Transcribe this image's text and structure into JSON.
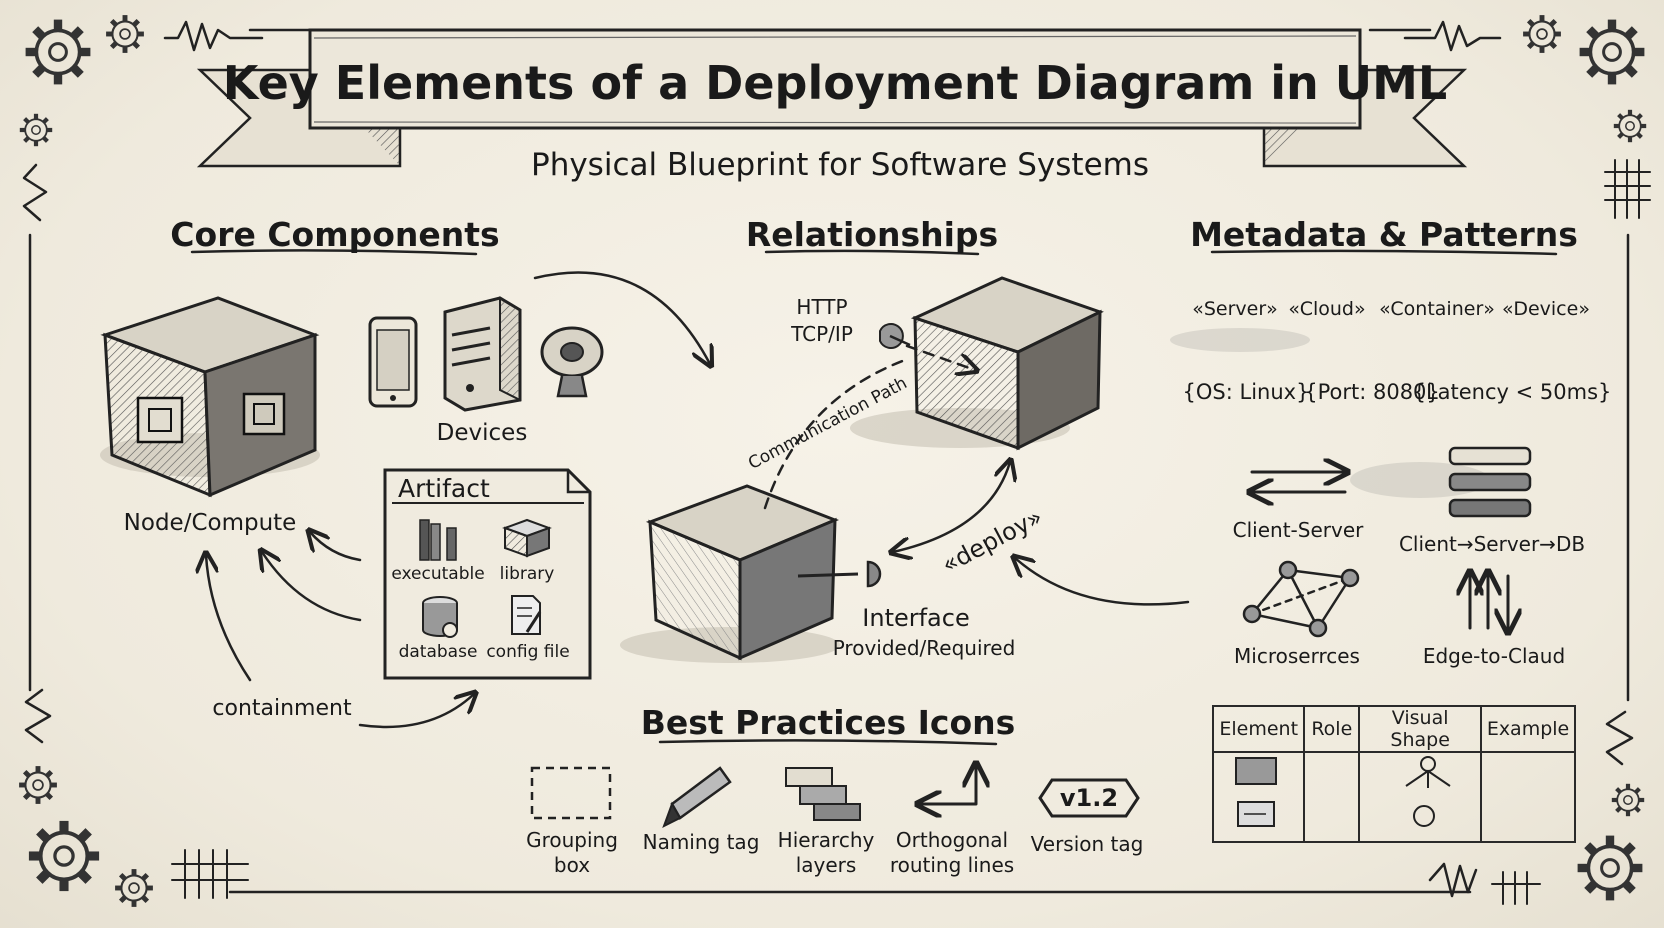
{
  "title": "Key Elements of a Deployment Diagram in UML",
  "subtitle": "Physical Blueprint for Software Systems",
  "sections": {
    "core": "Core Components",
    "relationships": "Relationships",
    "metadata": "Metadata & Patterns",
    "best_practices": "Best Practices Icons"
  },
  "core": {
    "node_label": "Node/Compute",
    "devices_label": "Devices",
    "artifact_title": "Artifact",
    "artifact_items": [
      "executable",
      "library",
      "database",
      "config file"
    ],
    "containment_label": "containment"
  },
  "relationships": {
    "protocol_line1": "HTTP",
    "protocol_line2": "TCP/IP",
    "comm_path_label": "Communication Path",
    "deploy_label": "«deploy»",
    "interface_label": "Interface",
    "interface_sub": "Provided/Required"
  },
  "metadata": {
    "stereotypes": [
      "«Server»",
      "«Cloud»",
      "«Container»",
      "«Device»"
    ],
    "tagged_values": [
      "{OS: Linux}",
      "{Port: 8080}",
      "{Latency < 50ms}"
    ],
    "patterns": [
      "Client-Server",
      "Client→Server→DB",
      "Microserrces",
      "Edge-to-Claud"
    ]
  },
  "table": {
    "headers": [
      "Element",
      "Role",
      "Visual Shape",
      "Example"
    ]
  },
  "best_practices": {
    "items": [
      {
        "line1": "Grouping",
        "line2": "box"
      },
      {
        "line1": "Naming tag",
        "line2": ""
      },
      {
        "line1": "Hierarchy",
        "line2": "layers"
      },
      {
        "line1": "Orthogonal",
        "line2": "routing lines"
      },
      {
        "line1": "Version tag",
        "line2": ""
      }
    ],
    "version_badge": "v1.2"
  },
  "colors": {
    "ink": "#1d1d1d",
    "paper": "#f1ede2",
    "banner": "#ebe6d9"
  }
}
